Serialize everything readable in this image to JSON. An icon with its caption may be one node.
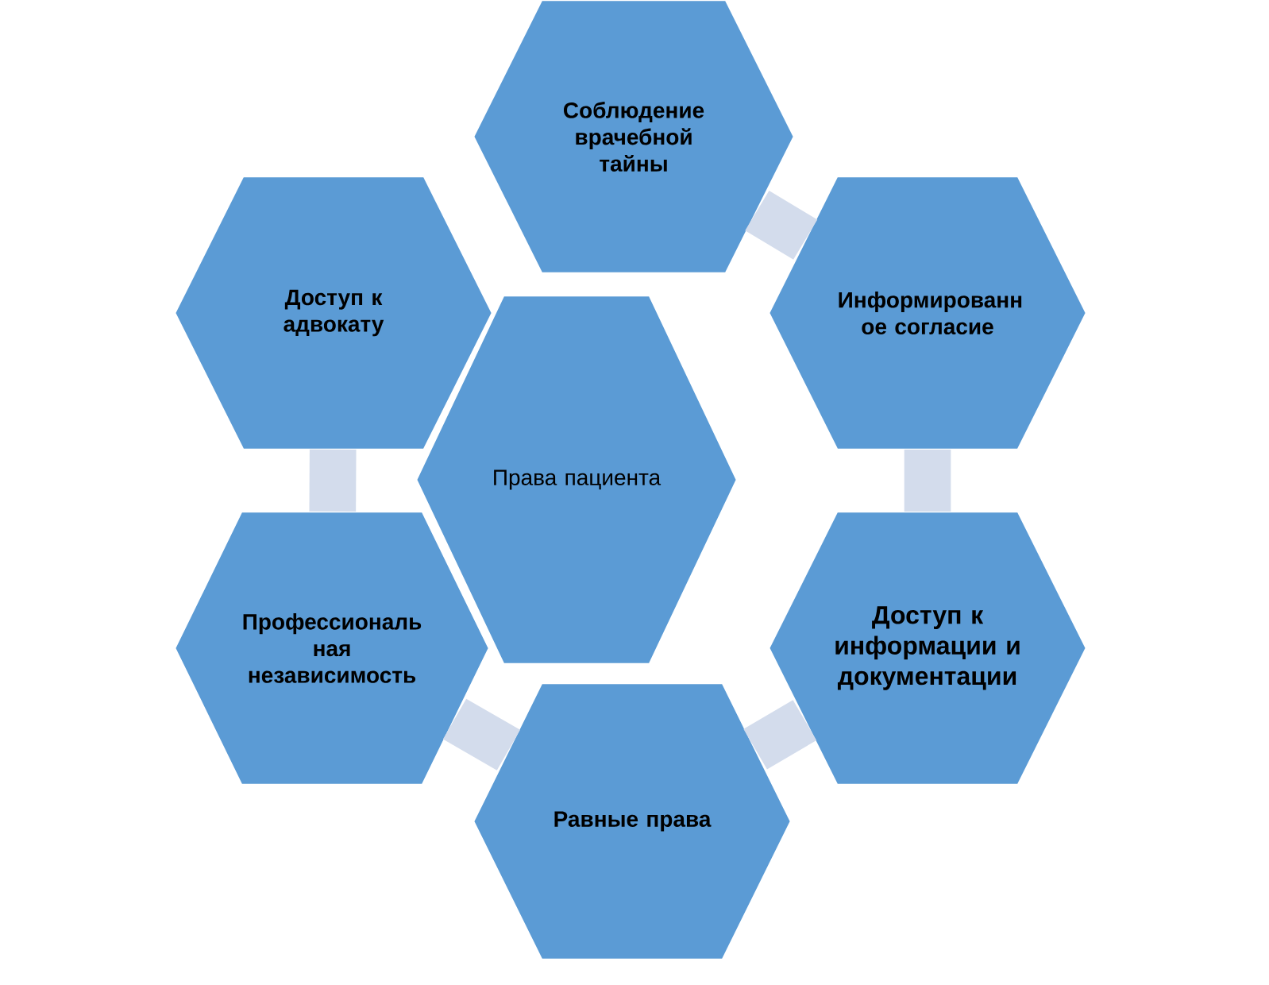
{
  "diagram": {
    "nodes": [
      {
        "text": [
          "Соблюдение врачебной тайны"
        ]
      },
      {
        "text": [
          "Доступ к адвокату"
        ]
      },
      {
        "text": [
          "Информированн ое согласие"
        ]
      },
      {
        "text": [
          "Права пациента"
        ]
      },
      {
        "text": [
          "Профессиональ ная независимость"
        ]
      },
      {
        "text": [
          "Доступ к информации и документации"
        ]
      },
      {
        "text": [
          "Равные права"
        ]
      }
    ],
    "edges": [
      {
        "from": 0,
        "to": 2,
        "arrow": "none"
      },
      {
        "from": 2,
        "to": 5,
        "arrow": "none"
      },
      {
        "from": 5,
        "to": 6,
        "arrow": "none"
      },
      {
        "from": 6,
        "to": 4,
        "arrow": "none"
      },
      {
        "from": 4,
        "to": 1,
        "arrow": "none"
      }
    ]
  }
}
